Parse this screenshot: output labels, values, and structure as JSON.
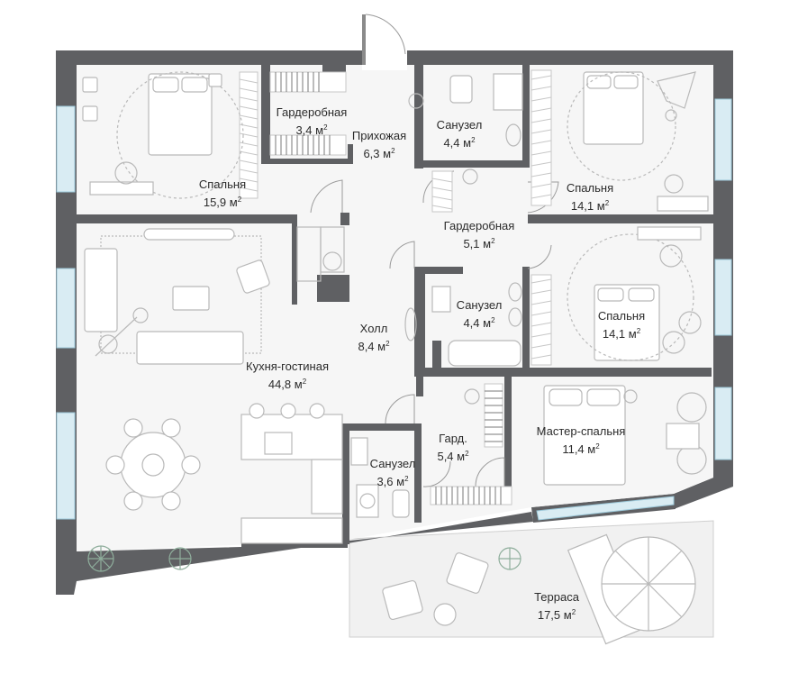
{
  "rooms": [
    {
      "id": "bedroom-1",
      "name": "Спальня",
      "area": "15,9 м",
      "unit_sup": "2"
    },
    {
      "id": "wardrobe-1",
      "name": "Гардеробная",
      "area": "3,4 м",
      "unit_sup": "2"
    },
    {
      "id": "hallway",
      "name": "Прихожая",
      "area": "6,3 м",
      "unit_sup": "2"
    },
    {
      "id": "bathroom-1",
      "name": "Санузел",
      "area": "4,4 м",
      "unit_sup": "2"
    },
    {
      "id": "bedroom-2",
      "name": "Спальня",
      "area": "14,1 м",
      "unit_sup": "2"
    },
    {
      "id": "wardrobe-2",
      "name": "Гардеробная",
      "area": "5,1 м",
      "unit_sup": "2"
    },
    {
      "id": "bathroom-2",
      "name": "Санузел",
      "area": "4,4 м",
      "unit_sup": "2"
    },
    {
      "id": "bedroom-3",
      "name": "Спальня",
      "area": "14,1 м",
      "unit_sup": "2"
    },
    {
      "id": "hall",
      "name": "Холл",
      "area": "8,4 м",
      "unit_sup": "2"
    },
    {
      "id": "kitchen-living",
      "name": "Кухня-гостиная",
      "area": "44,8 м",
      "unit_sup": "2"
    },
    {
      "id": "master-bedroom",
      "name": "Мастер-спальня",
      "area": "11,4 м",
      "unit_sup": "2"
    },
    {
      "id": "wardrobe-3",
      "name": "Гард.",
      "area": "5,4 м",
      "unit_sup": "2"
    },
    {
      "id": "bathroom-3",
      "name": "Санузел",
      "area": "3,6 м",
      "unit_sup": "2"
    },
    {
      "id": "terrace",
      "name": "Терраса",
      "area": "17,5 м",
      "unit_sup": "2"
    }
  ],
  "colors": {
    "wall": "#5f6063",
    "floor": "#f6f6f6",
    "window": "#d9ecf3",
    "furniture": "#b9b9b9",
    "plant": "#8fae9c",
    "text": "#2b2b2b"
  }
}
